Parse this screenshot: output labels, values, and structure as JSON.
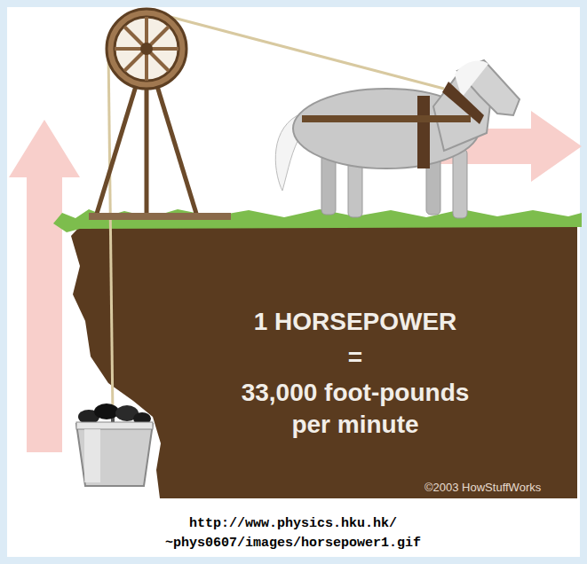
{
  "diagram": {
    "caption": "http://www.physics.hku.hk/ ~phys0607/images/horsepower1.gif",
    "labels": [
      "1 HORSEPOWER",
      "=",
      "33,000 foot-pounds per minute",
      "©2003 HowStuffWorks"
    ]
  }
}
